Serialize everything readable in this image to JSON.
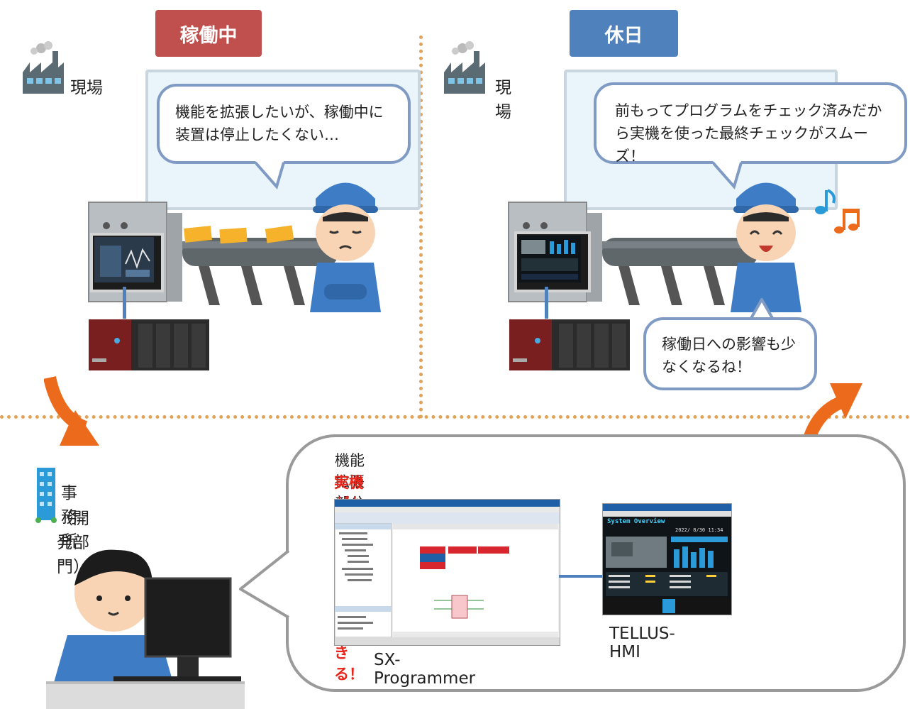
{
  "left_panel": {
    "status_tag": "稼働中",
    "location_label": "現場",
    "speech": "機能を拡張したいが、稼働中に装置は停止したくない…"
  },
  "right_panel": {
    "status_tag": "休日",
    "location_label": "現場",
    "speech": "前もってプログラムをチェック済みだから実機を使った最終チェックがスムーズ！",
    "reply": "稼働日への影響も少なくなるね！"
  },
  "office": {
    "label_line1": "事務所",
    "label_line2": "（開発部門）"
  },
  "callout": {
    "line1": "機能拡張部分を机上でチェック！",
    "line2": "実機がなくても、事前に動作確認できる！"
  },
  "software": {
    "programmer_label": "SX-Programmer",
    "hmi_label": "TELLUS-HMI",
    "hmi_title": "System Overview",
    "hmi_date": "2022/ 8/30 11:34"
  },
  "colors": {
    "working_tag": "#c0504d",
    "holiday_tag": "#4f81bd",
    "callout_highlight": "#e8251a",
    "bubble_border": "#7f9ac3",
    "divider": "#e2a257",
    "arrow": "#ec6a1c"
  }
}
